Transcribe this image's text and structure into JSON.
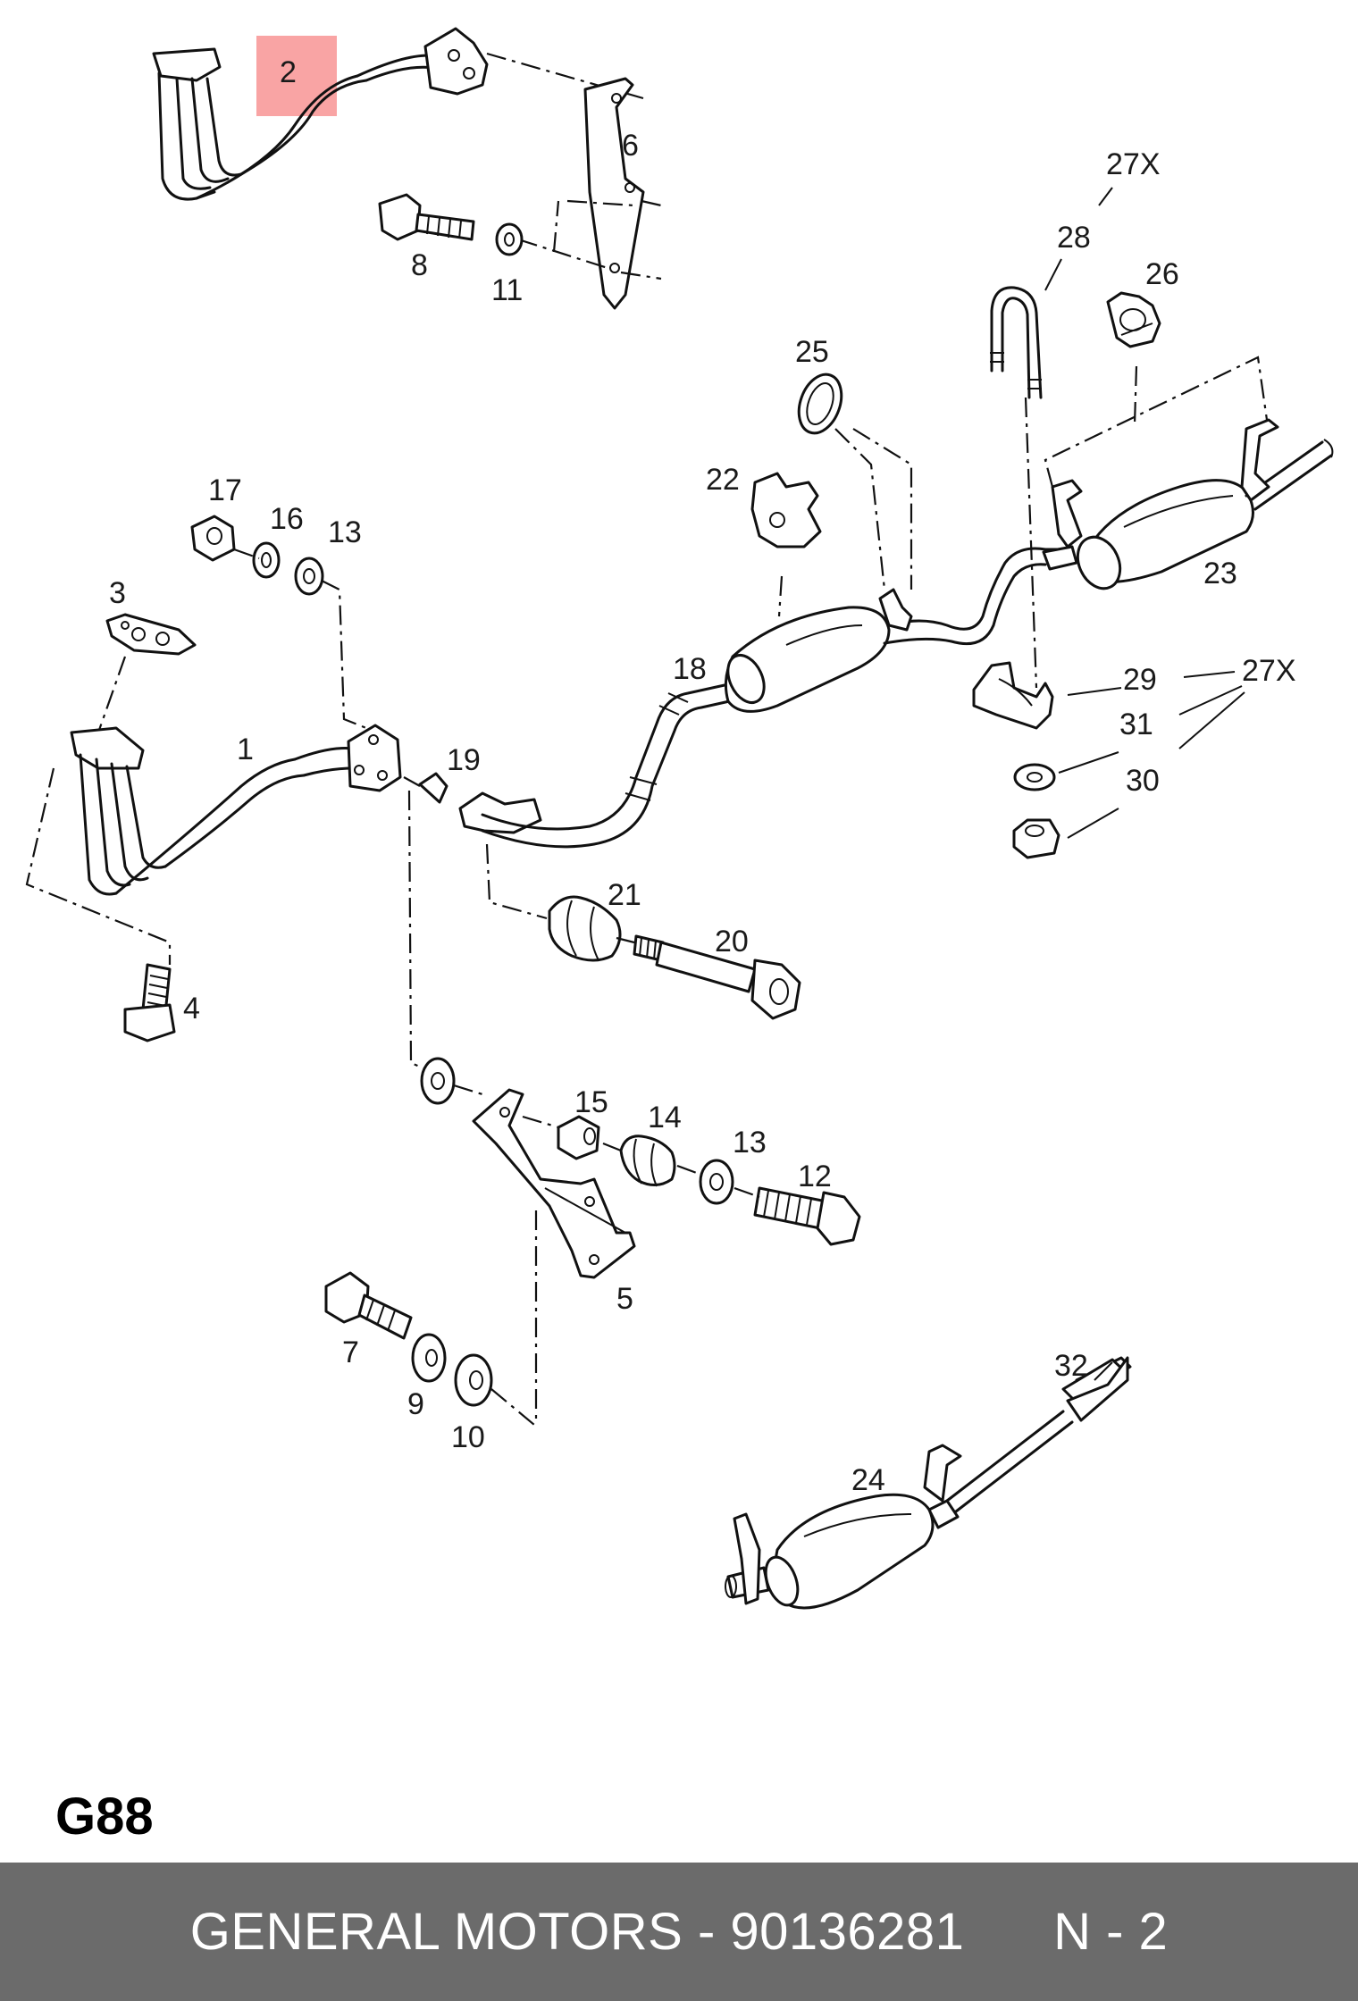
{
  "highlight_color": "#f45a5a",
  "footer_color": "#6b6b6b",
  "callouts": {
    "c1": "1",
    "c2": "2",
    "c3": "3",
    "c4": "4",
    "c5": "5",
    "c6": "6",
    "c7": "7",
    "c8": "8",
    "c9": "9",
    "c10": "10",
    "c11": "11",
    "c12": "12",
    "c13a": "13",
    "c13b": "13",
    "c14": "14",
    "c15": "15",
    "c16": "16",
    "c17": "17",
    "c18": "18",
    "c19": "19",
    "c20": "20",
    "c21": "21",
    "c22": "22",
    "c23": "23",
    "c24": "24",
    "c25": "25",
    "c26": "26",
    "c27xa": "27X",
    "c27xb": "27X",
    "c28": "28",
    "c29": "29",
    "c30": "30",
    "c31": "31",
    "c32": "32"
  },
  "diagram_code": "G88",
  "footer": {
    "text": "GENERAL MOTORS - 90136281      N - 2"
  }
}
